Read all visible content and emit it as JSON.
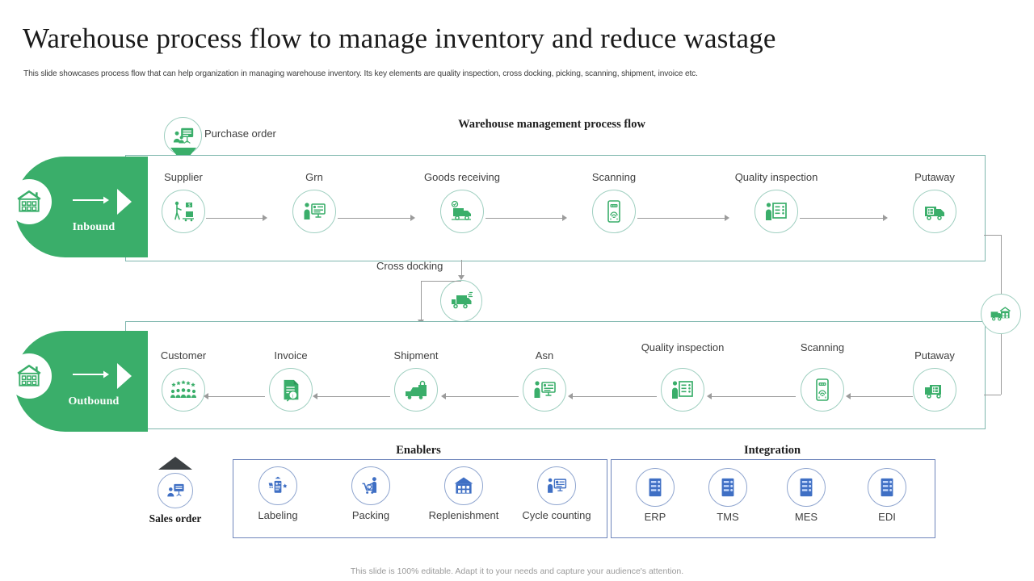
{
  "header": {
    "title": "Warehouse process flow to manage inventory and reduce wastage",
    "subtitle": "This slide showcases process flow that can help organization in managing warehouse inventory. Its key elements are quality inspection, cross docking, picking, scanning, shipment, invoice etc."
  },
  "headings": {
    "process_flow": "Warehouse management process flow",
    "enablers": "Enablers",
    "integration": "Integration"
  },
  "purchase_order": {
    "label": "Purchase order",
    "icon": "presentation-person-icon"
  },
  "inbound": {
    "badge_label": "Inbound",
    "badge_icon": "warehouse-icon",
    "steps": [
      {
        "label": "Supplier",
        "icon": "worker-cart-icon"
      },
      {
        "label": "Grn",
        "icon": "person-monitor-icon"
      },
      {
        "label": "Goods receiving",
        "icon": "delivery-truck-check-icon"
      },
      {
        "label": "Scanning",
        "icon": "mobile-fingerprint-scan-icon"
      },
      {
        "label": "Quality inspection",
        "icon": "inspector-checklist-icon"
      },
      {
        "label": "Putaway",
        "icon": "truck-box-icon"
      }
    ]
  },
  "cross_docking": {
    "label": "Cross docking",
    "icon": "cross-dock-truck-icon"
  },
  "right_connector": {
    "icon": "truck-warehouse-icon"
  },
  "outbound": {
    "badge_label": "Outbound",
    "badge_icon": "warehouse-icon",
    "steps": [
      {
        "label": "Customer",
        "icon": "customer-group-icon"
      },
      {
        "label": "Invoice",
        "icon": "invoice-document-icon"
      },
      {
        "label": "Shipment",
        "icon": "shipment-truck-lock-icon"
      },
      {
        "label": "Asn",
        "icon": "person-monitor-icon"
      },
      {
        "label": "Quality inspection",
        "icon": "inspector-checklist-icon"
      },
      {
        "label": "Scanning",
        "icon": "mobile-fingerprint-scan-icon"
      },
      {
        "label": "Putaway",
        "icon": "truck-box-icon"
      }
    ]
  },
  "enablers": {
    "items": [
      {
        "label": "Labeling",
        "icon": "label-tag-phone-icon"
      },
      {
        "label": "Packing",
        "icon": "shopping-cart-person-icon"
      },
      {
        "label": "Replenishment",
        "icon": "warehouse-building-icon"
      },
      {
        "label": "Cycle counting",
        "icon": "person-monitor-gear-icon"
      }
    ]
  },
  "integration": {
    "items": [
      {
        "label": "ERP",
        "icon": "server-list-icon"
      },
      {
        "label": "TMS",
        "icon": "server-list-icon"
      },
      {
        "label": "MES",
        "icon": "server-list-icon"
      },
      {
        "label": "EDI",
        "icon": "server-list-icon"
      }
    ]
  },
  "sales_order": {
    "label": "Sales order",
    "icon": "presentation-person-icon"
  },
  "footer": {
    "note": "This slide is 100% editable. Adapt it to your needs and capture your audience's attention."
  },
  "colors": {
    "green": "#3aae6a",
    "green_border": "#9fcfc0",
    "blue": "#3f6fc4",
    "blue_border": "#8fa5cf",
    "box_border": "#7fb7ae",
    "panel_border": "#6f86bb",
    "connector": "#9b9b9b",
    "text": "#3f3f3f",
    "title": "#1a1a1a"
  }
}
